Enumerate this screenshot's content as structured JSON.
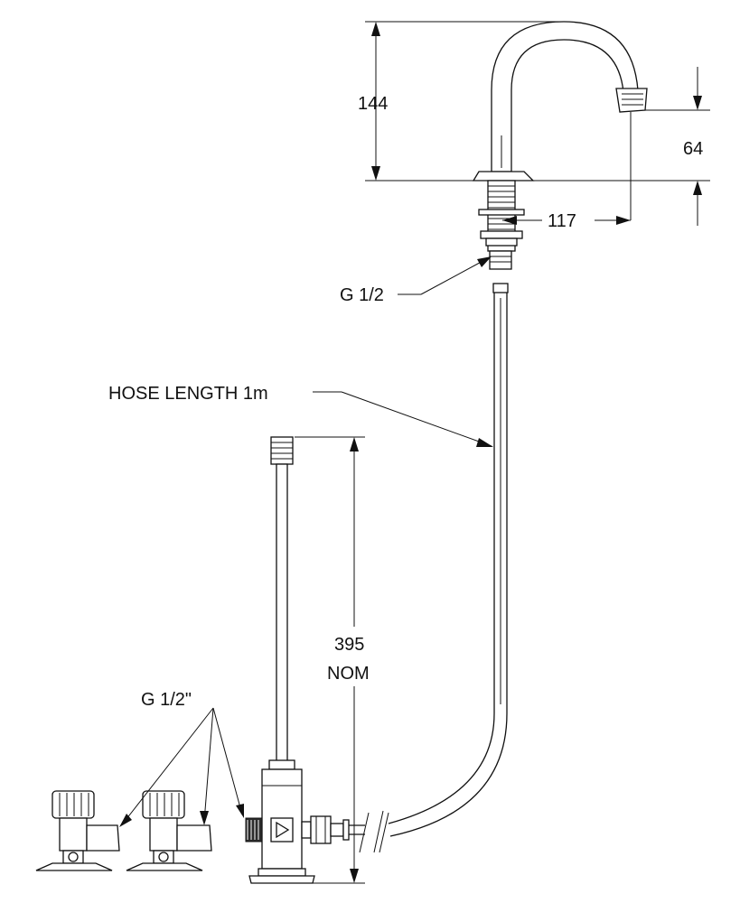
{
  "labels": {
    "dim_height": "144",
    "dim_spout_drop": "64",
    "dim_reach": "117",
    "thread_top": "G 1/2",
    "hose_length": "HOSE LENGTH 1m",
    "dim_riser_value": "395",
    "dim_riser_note": "NOM",
    "thread_valves": "G 1/2\""
  },
  "colors": {
    "line": "#111111",
    "fill": "#ffffff",
    "dark_fill": "#2b2b2b"
  }
}
